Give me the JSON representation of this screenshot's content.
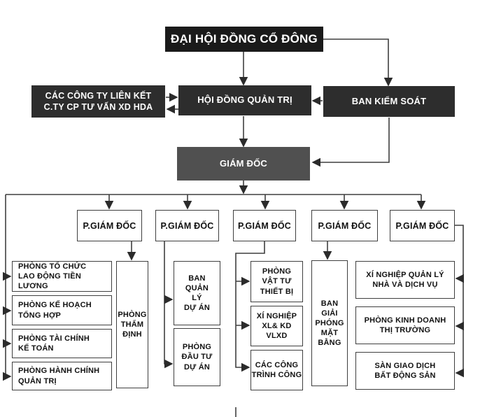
{
  "nodes": {
    "dhdcd": {
      "label": "ĐẠI HỘI ĐỒNG CỔ ĐÔNG"
    },
    "lienket": {
      "label": "CÁC CÔNG TY LIÊN KẾT\nC.TY CP TƯ VẤN XD HDA"
    },
    "hdqt": {
      "label": "HỘI ĐỒNG QUẢN TRỊ"
    },
    "bks": {
      "label": "BAN KIỂM SOÁT"
    },
    "gd": {
      "label": "GIÁM ĐỐC"
    },
    "pgd": {
      "label": "P.GIÁM ĐỐC"
    },
    "tochuc": {
      "label": "PHÒNG TỔ CHỨC\nLAO ĐỘNG TIỀN LƯƠNG"
    },
    "kehoach": {
      "label": "PHÒNG KẾ HOẠCH\nTỔNG HỢP"
    },
    "taichinh": {
      "label": "PHÒNG TÀI CHÍNH\nKẾ TOÁN"
    },
    "hanhchinh": {
      "label": "PHÒNG HÀNH CHÍNH\nQUẢN TRỊ"
    },
    "thamdinh": {
      "label": "PHÒNG\nTHẨM\nĐỊNH"
    },
    "bqlda": {
      "label": "BAN\nQUẢN\nLÝ\nDỰ ÁN"
    },
    "dautu": {
      "label": "PHÒNG\nĐẦU TƯ\nDỰ ÁN"
    },
    "vattu": {
      "label": "PHÒNG\nVẬT TƯ\nTHIẾT BỊ"
    },
    "xnxl": {
      "label": "XÍ NGHIỆP\nXL& KD\nVLXD"
    },
    "congtrinh": {
      "label": "CÁC CÔNG\nTRÌNH CÔNG"
    },
    "gpmb": {
      "label": "BAN\nGIẢI\nPHÓNG\nMẶT\nBẰNG"
    },
    "xnquanly": {
      "label": "XÍ NGHIỆP QUẢN LÝ\nNHÀ VÀ DỊCH VỤ"
    },
    "kinhdoanh": {
      "label": "PHÒNG KINH DOANH\nTHỊ TRƯỜNG"
    },
    "sangiaodich": {
      "label": "SÀN GIAO DỊCH\nBẤT ĐỘNG SẢN"
    }
  },
  "colors": {
    "box_black": "#1a1a1a",
    "box_dark": "#2d2d2d",
    "box_gray": "#505050",
    "line": "#3f3f3f"
  }
}
